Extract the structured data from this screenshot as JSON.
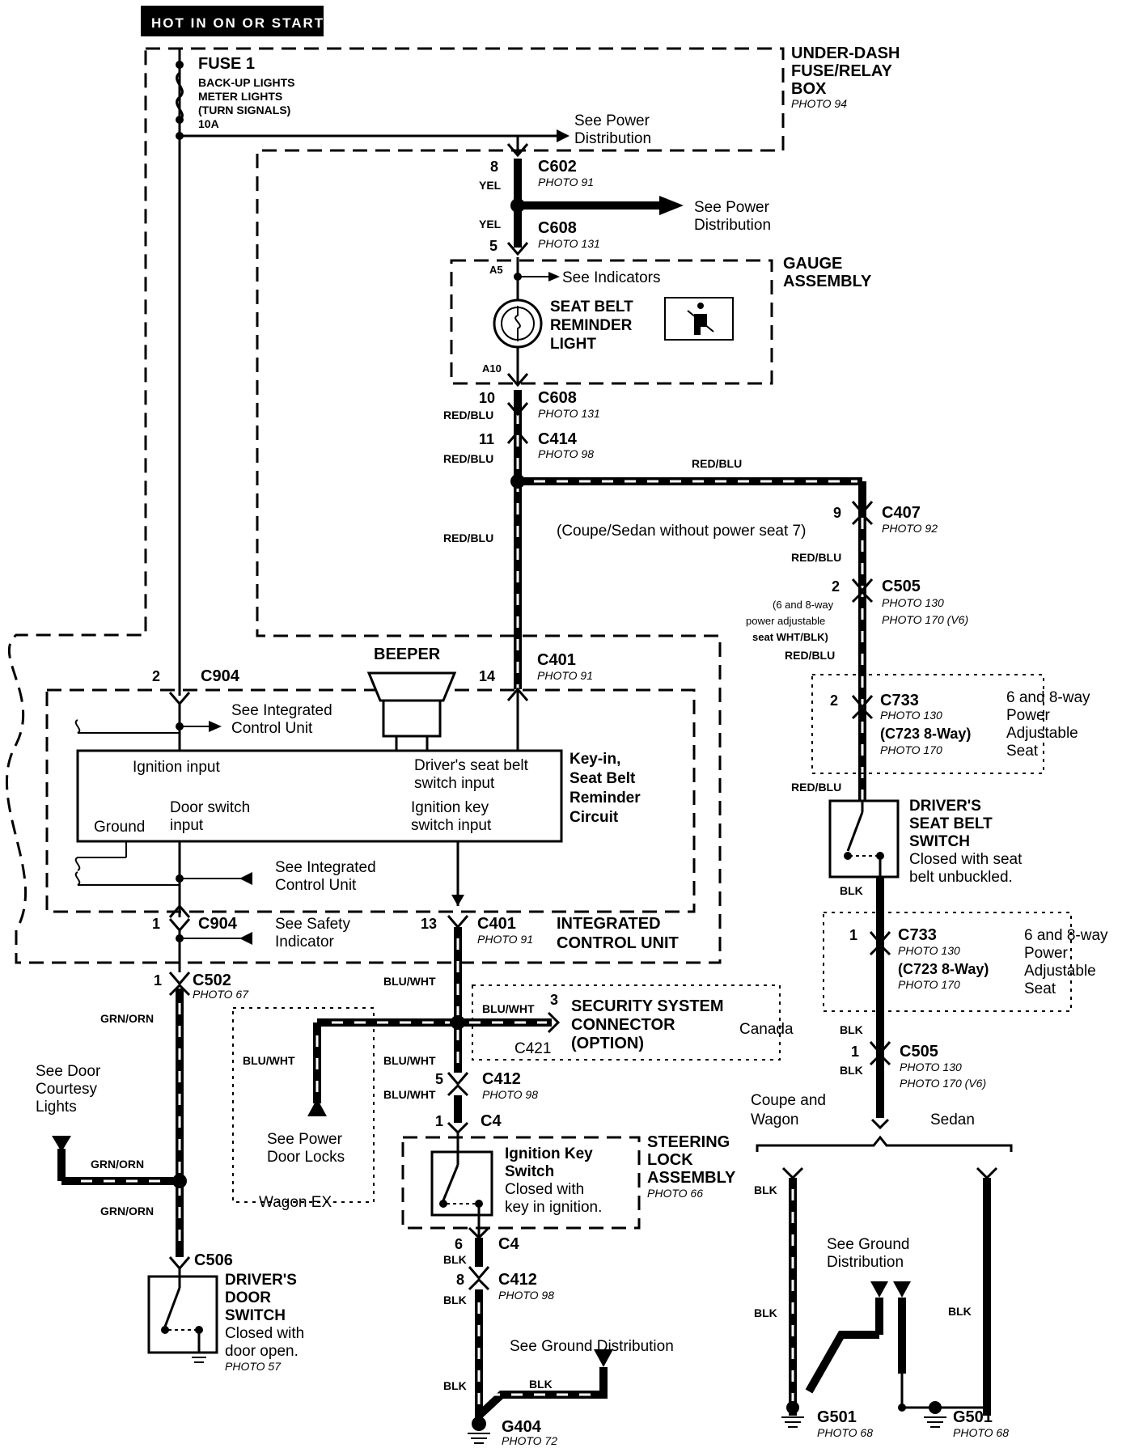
{
  "header": {
    "title": "HOT IN ON OR START"
  },
  "fuse_box": {
    "fuse": "FUSE  1",
    "lines": [
      "BACK-UP LIGHTS",
      "METER LIGHTS",
      "(TURN SIGNALS)",
      "10A"
    ],
    "name": [
      "UNDER-DASH",
      "FUSE/RELAY",
      "BOX"
    ],
    "photo": "PHOTO 94",
    "see_power": [
      "See Power",
      "Distribution"
    ]
  },
  "c602": {
    "pin": "8",
    "color": "YEL",
    "name": "C602",
    "photo": "PHOTO 91"
  },
  "splice_power": [
    "See Power",
    "Distribution"
  ],
  "c608_top": {
    "pin": "5",
    "color": "YEL",
    "name": "C608",
    "photo": "PHOTO 131"
  },
  "gauge": {
    "name": [
      "GAUGE",
      "ASSEMBLY"
    ],
    "a5": "A5",
    "a10": "A10",
    "see_indicators": "See Indicators",
    "light": [
      "SEAT BELT",
      "REMINDER",
      "LIGHT"
    ]
  },
  "c608_bot": {
    "pin": "10",
    "color": "RED/BLU",
    "name": "C608",
    "photo": "PHOTO 131"
  },
  "c414": {
    "pin": "11",
    "color": "RED/BLU",
    "name": "C414",
    "photo": "PHOTO 98"
  },
  "wire_redblu": [
    "RED/BLU",
    "RED/BLU",
    "RED/BLU",
    "RED/BLU",
    "RED/BLU"
  ],
  "c407": {
    "pin": "9",
    "name": "C407",
    "photo": "PHOTO 92",
    "note": "(Coupe/Sedan without power seat 7)"
  },
  "c505_top": {
    "pin": "2",
    "name": "C505",
    "photo": "PHOTO 130",
    "photo2": "PHOTO 170 (V6)",
    "note": [
      "(6 and 8-way",
      "power adjustable",
      "seat WHT/BLK)"
    ]
  },
  "c733_top": {
    "pin": "2",
    "name": "C733",
    "photo": "PHOTO 130",
    "alt": "(C723 8-Way)",
    "photo2": "PHOTO 170",
    "side": [
      "6 and 8-way",
      "Power",
      "Adjustable",
      "Seat"
    ]
  },
  "seatbelt_switch": {
    "name": [
      "DRIVER'S",
      "SEAT BELT",
      "SWITCH"
    ],
    "desc": [
      "Closed with  seat",
      "belt  unbuckled."
    ],
    "wire": "BLK"
  },
  "c733_bot": {
    "pin": "1",
    "name": "C733",
    "photo": "PHOTO 130",
    "alt": "(C723 8-Way)",
    "photo2": "PHOTO 170",
    "side": [
      "6 and 8-way",
      "Power",
      "Adjustable",
      "Seat"
    ]
  },
  "c505_bot": {
    "pin": "1",
    "name": "C505",
    "photo": "PHOTO 130",
    "photo2": "PHOTO 170 (V6)",
    "blk1": "BLK",
    "blk2": "BLK"
  },
  "ground_split": {
    "left": [
      "Coupe and",
      "Wagon"
    ],
    "right": "Sedan",
    "blk": [
      "BLK",
      "BLK",
      "BLK"
    ],
    "see": [
      "See Ground",
      "Distribution"
    ]
  },
  "g501_l": {
    "name": "G501",
    "photo": "PHOTO 68"
  },
  "g501_r": {
    "name": "G501",
    "photo": "PHOTO 68"
  },
  "c904_top": {
    "pin": "2",
    "name": "C904"
  },
  "beeper": "BEEPER",
  "c401_top": {
    "pin": "14",
    "name": "C401",
    "photo": "PHOTO 91"
  },
  "icu": {
    "see1": [
      "See  Integrated",
      "Control Unit"
    ],
    "ign_input": "Ignition input",
    "seatbelt_input": [
      "Driver's seat belt",
      "switch input"
    ],
    "door_input": [
      "Door switch",
      "input"
    ],
    "ground": "Ground",
    "key_input": [
      "Ignition key",
      "switch input"
    ],
    "circuit": [
      "Key-in,",
      "Seat Belt",
      "Reminder",
      "Circuit"
    ],
    "see2": [
      "See  Integrated",
      "Control Unit"
    ],
    "name": [
      "INTEGRATED",
      "CONTROL UNIT"
    ]
  },
  "c904_bot": {
    "pin": "1",
    "name": "C904",
    "see": [
      "See  Safety",
      "Indicator"
    ]
  },
  "c401_bot": {
    "pin": "13",
    "name": "C401",
    "photo": "PHOTO 91"
  },
  "c502": {
    "pin": "1",
    "name": "C502",
    "photo": "PHOTO 67",
    "color": "GRN/ORN"
  },
  "door_courtesy": [
    "See Door",
    "Courtesy",
    "Lights"
  ],
  "grn_orn": [
    "GRN/ORN",
    "GRN/ORN"
  ],
  "c506": "C506",
  "door_switch": {
    "name": [
      "DRIVER'S",
      "DOOR",
      "SWITCH"
    ],
    "desc": [
      "Closed with",
      "door open."
    ],
    "photo": "PHOTO 57"
  },
  "blu_wht": [
    "BLU/WHT",
    "BLU/WHT",
    "BLU/WHT",
    "BLU/WHT",
    "BLU/WHT"
  ],
  "security": {
    "pin": "3",
    "name": [
      "SECURITY SYSTEM",
      "CONNECTOR",
      "(OPTION)"
    ],
    "conn": "C421",
    "region": "Canada"
  },
  "power_locks": {
    "see": [
      "See Power",
      "Door Locks"
    ],
    "region": "Wagon EX"
  },
  "c412_top": {
    "pin": "5",
    "name": "C412",
    "photo": "PHOTO 98"
  },
  "c4_top": {
    "pin": "1",
    "name": "C4"
  },
  "ign_switch": {
    "name": [
      "Ignition Key",
      "Switch"
    ],
    "desc": [
      "Closed with",
      "key in ignition."
    ],
    "asm": [
      "STEERING",
      "LOCK",
      "ASSEMBLY"
    ],
    "photo": "PHOTO 66"
  },
  "c4_bot": {
    "pin": "6",
    "name": "C4",
    "color": "BLK"
  },
  "c412_bot": {
    "pin": "8",
    "name": "C412",
    "photo": "PHOTO 98",
    "color": "BLK"
  },
  "ground404": {
    "see": "See Ground Distribution",
    "blk": [
      "BLK",
      "BLK"
    ],
    "name": "G404",
    "photo": "PHOTO 72"
  }
}
